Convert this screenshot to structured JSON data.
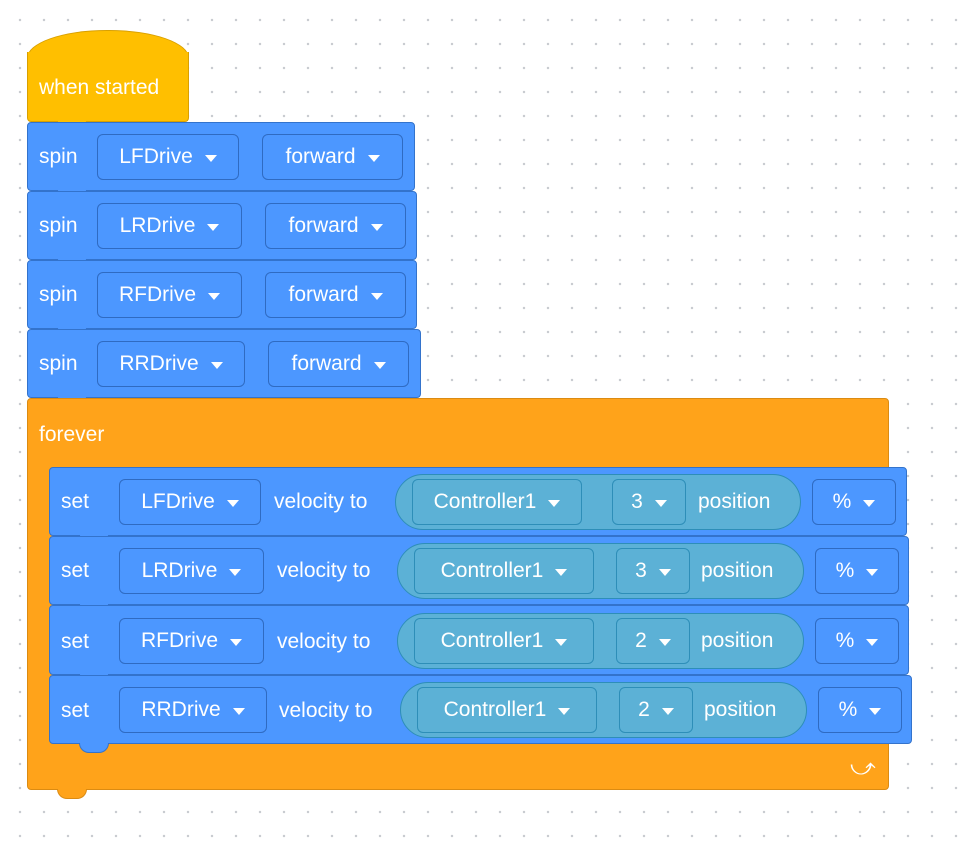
{
  "hat": {
    "label": "when started"
  },
  "spin_blocks": [
    {
      "keyword": "spin",
      "motor": "LFDrive",
      "direction": "forward"
    },
    {
      "keyword": "spin",
      "motor": "LRDrive",
      "direction": "forward"
    },
    {
      "keyword": "spin",
      "motor": "RFDrive",
      "direction": "forward"
    },
    {
      "keyword": "spin",
      "motor": "RRDrive",
      "direction": "forward"
    }
  ],
  "forever": {
    "label": "forever",
    "loop_icon": "loop-arrow-icon"
  },
  "set_blocks": [
    {
      "keyword": "set",
      "motor": "LFDrive",
      "text": "velocity to",
      "controller": "Controller1",
      "axis": "3",
      "axis_text": "position",
      "unit": "%"
    },
    {
      "keyword": "set",
      "motor": "LRDrive",
      "text": "velocity to",
      "controller": "Controller1",
      "axis": "3",
      "axis_text": "position",
      "unit": "%"
    },
    {
      "keyword": "set",
      "motor": "RFDrive",
      "text": "velocity to",
      "controller": "Controller1",
      "axis": "2",
      "axis_text": "position",
      "unit": "%"
    },
    {
      "keyword": "set",
      "motor": "RRDrive",
      "text": "velocity to",
      "controller": "Controller1",
      "axis": "2",
      "axis_text": "position",
      "unit": "%"
    }
  ],
  "colors": {
    "hat": "#ffbf00",
    "motion": "#4c97ff",
    "control": "#ffa31a",
    "sensing": "#5cb1d6"
  }
}
